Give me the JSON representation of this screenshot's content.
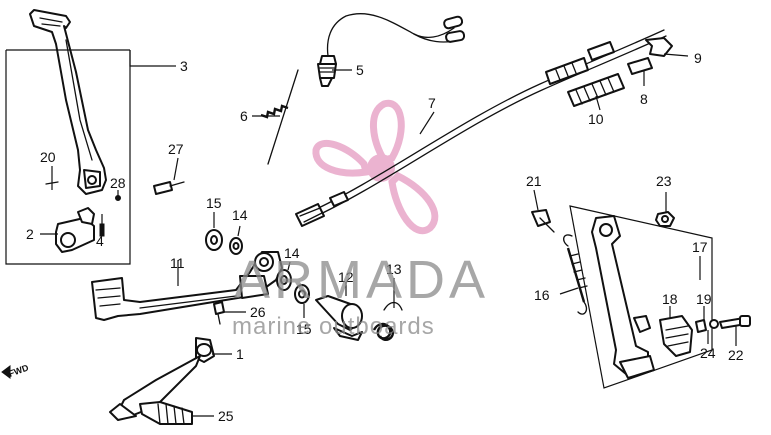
{
  "callouts": {
    "c1": "1",
    "c2": "2",
    "c3": "3",
    "c4": "4",
    "c5": "5",
    "c6": "6",
    "c7": "7",
    "c8": "8",
    "c9": "9",
    "c10": "10",
    "c11": "11",
    "c12": "12",
    "c13": "13",
    "c14a": "14",
    "c14b": "14",
    "c15a": "15",
    "c15b": "15",
    "c16": "16",
    "c17": "17",
    "c18": "18",
    "c19": "19",
    "c20": "20",
    "c21": "21",
    "c22": "22",
    "c23": "23",
    "c24": "24",
    "c25": "25",
    "c26": "26",
    "c27": "27",
    "c28": "28"
  },
  "direction_marker": "FWD",
  "watermark": {
    "brand": "ARMADA",
    "tagline": "marine outboards",
    "color": "#e8a6c8"
  }
}
